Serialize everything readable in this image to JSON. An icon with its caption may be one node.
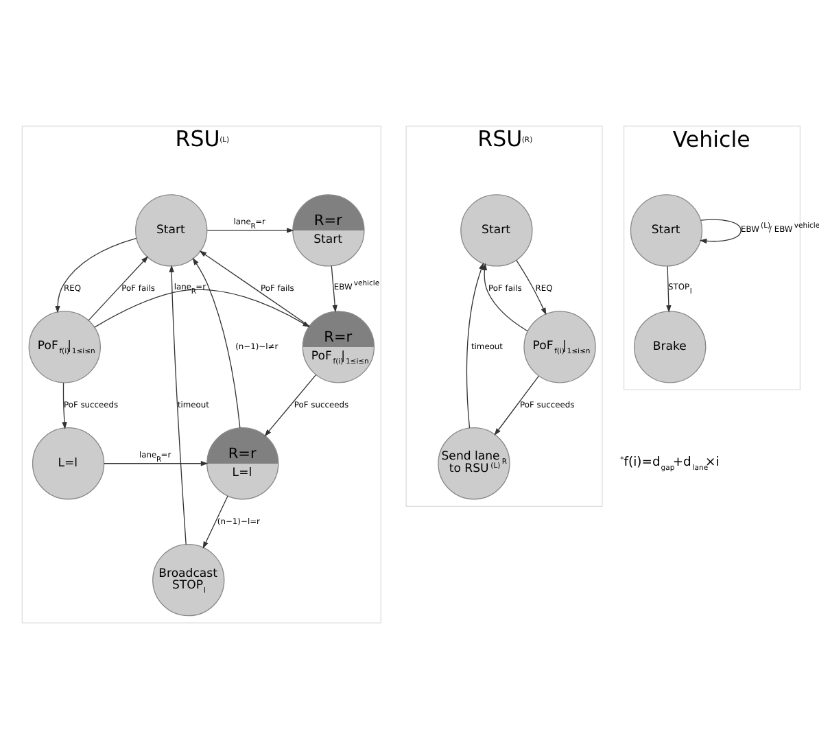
{
  "diagram": {
    "nodes": [
      {
        "text": [
          "RSU$^{(L)}$"
        ]
      },
      {
        "text": [
          "Start"
        ],
        "in": 0
      },
      {
        "text": [
          "R=r",
          "Start"
        ],
        "in": 0
      },
      {
        "text": [
          "PoF$_{f(i)}$|$_{1≤i≤n}$"
        ],
        "in": 0
      },
      {
        "text": [
          "R=r",
          "PoF$_{f(i)}$|$_{1≤i≤n}$"
        ],
        "in": 0
      },
      {
        "text": [
          "L=l"
        ],
        "in": 0
      },
      {
        "text": [
          "R=r",
          "L=l"
        ],
        "in": 0
      },
      {
        "text": [
          "Broadcast STOP$_{l}$"
        ],
        "in": 0
      },
      {
        "text": [
          "RSU$^{(R)}$"
        ]
      },
      {
        "text": [
          "Start"
        ],
        "in": 8
      },
      {
        "text": [
          "PoF$_{f(i)}$|$_{1≤i≤n}$"
        ],
        "in": 8
      },
      {
        "text": [
          "Send lane$_{R}$ to RSU$^{(L)}$"
        ],
        "in": 8
      },
      {
        "text": [
          "Vehicle"
        ]
      },
      {
        "text": [
          "Start"
        ],
        "in": 12
      },
      {
        "text": [
          "Brake"
        ],
        "in": 12
      }
    ],
    "edges": [
      {
        "from": 1,
        "to": 2,
        "arrow": "to",
        "label": "lane$_{R}$=r"
      },
      {
        "from": 1,
        "to": 3,
        "arrow": "to",
        "label": "REQ"
      },
      {
        "from": 3,
        "to": 1,
        "arrow": "to",
        "label": "PoF fails"
      },
      {
        "from": 2,
        "to": 4,
        "arrow": "to",
        "label": "EBW$^{vehicle}$"
      },
      {
        "from": 4,
        "to": 1,
        "arrow": "to",
        "label": "PoF fails"
      },
      {
        "from": 3,
        "to": 4,
        "arrow": "to",
        "label": "lane$_{R}$=r"
      },
      {
        "from": 3,
        "to": 5,
        "arrow": "to",
        "label": "PoF succeeds"
      },
      {
        "from": 4,
        "to": 6,
        "arrow": "to",
        "label": "PoF succeeds"
      },
      {
        "from": 5,
        "to": 6,
        "arrow": "to",
        "label": "lane$_{R}$=r"
      },
      {
        "from": 6,
        "to": 1,
        "arrow": "to",
        "label": "(n−1)−l≠r"
      },
      {
        "from": 6,
        "to": 7,
        "arrow": "to",
        "label": "(n−1)−l=r"
      },
      {
        "from": 7,
        "to": 1,
        "arrow": "to",
        "label": "timeout"
      },
      {
        "from": 9,
        "to": 10,
        "arrow": "to",
        "label": "REQ"
      },
      {
        "from": 10,
        "to": 9,
        "arrow": "to",
        "label": "PoF fails"
      },
      {
        "from": 10,
        "to": 11,
        "arrow": "to",
        "label": "PoF succeeds"
      },
      {
        "from": 11,
        "to": 9,
        "arrow": "to",
        "label": "timeout"
      },
      {
        "from": 13,
        "to": 14,
        "arrow": "to",
        "label": "STOP$_{l}$"
      },
      {
        "from": 13,
        "to": 13,
        "arrow": "to",
        "label": "EBW$^{(L)}$/ EBW$^{vehicle}$"
      }
    ],
    "labels": [
      "$^{*}$f(i)=d$_{gap}$+d$_{lane}$×i"
    ]
  }
}
